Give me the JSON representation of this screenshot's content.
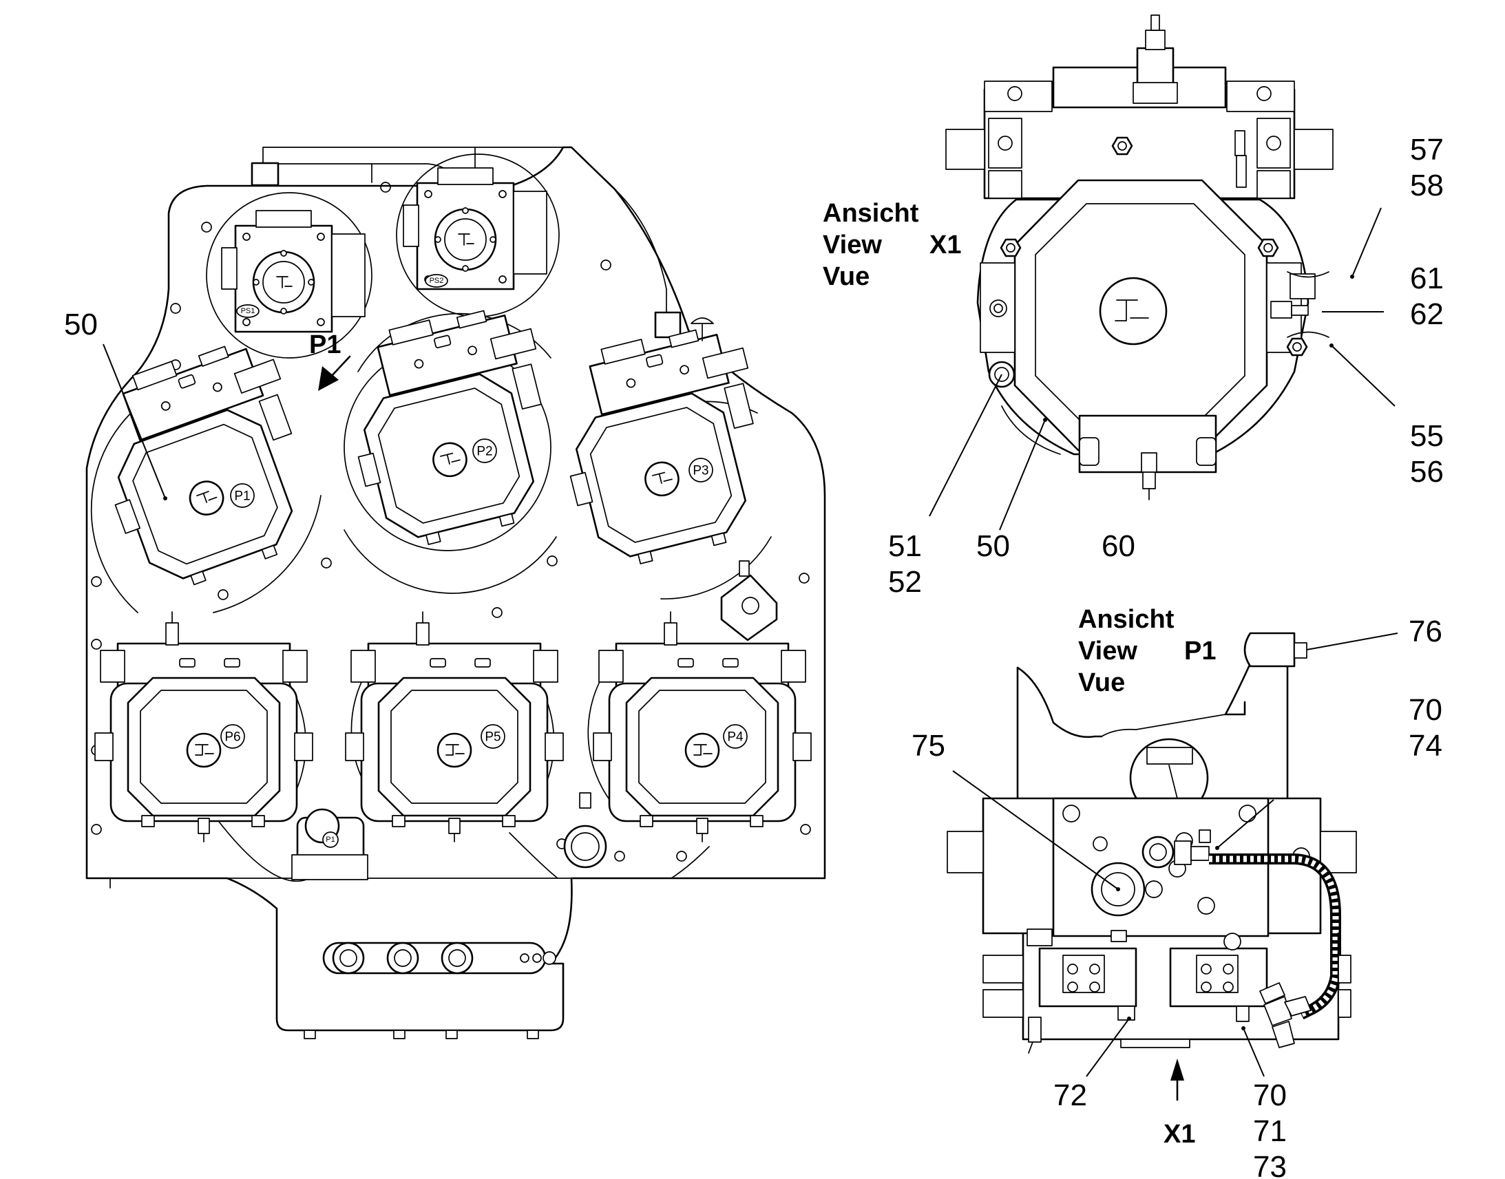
{
  "views": {
    "x1_title_de": "Ansicht",
    "x1_title_en": "View",
    "x1_title_fr": "Vue",
    "x1_name": "X1",
    "p1_title_de": "Ansicht",
    "p1_title_en": "View",
    "p1_title_fr": "Vue",
    "p1_name": "P1"
  },
  "arrows": {
    "p1_label": "P1",
    "x1_label": "X1"
  },
  "pump_tags": {
    "p1": "P1",
    "p2": "P2",
    "p3": "P3",
    "p4": "P4",
    "p5": "P5",
    "p6": "P6",
    "ps1": "PS1",
    "ps2": "PS2",
    "gear_pump": "P1"
  },
  "callouts": {
    "main_50": "50",
    "x1_57": "57",
    "x1_58": "58",
    "x1_61": "61",
    "x1_62": "62",
    "x1_55": "55",
    "x1_56": "56",
    "x1_51": "51",
    "x1_52": "52",
    "x1_50": "50",
    "x1_60": "60",
    "p1_76": "76",
    "p1_70a": "70",
    "p1_74": "74",
    "p1_75": "75",
    "p1_72": "72",
    "p1_70b": "70",
    "p1_71": "71",
    "p1_73": "73"
  }
}
